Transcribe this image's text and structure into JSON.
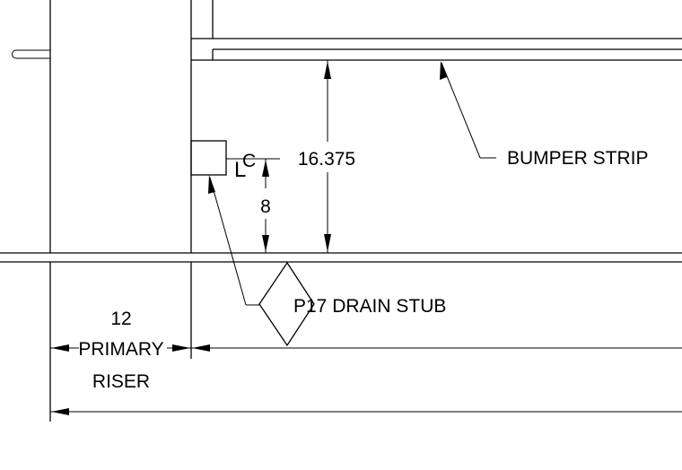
{
  "annotations": {
    "bumper_strip": "BUMPER STRIP",
    "drain_stub": "P17 DRAIN STUB",
    "centerline_l": "L",
    "centerline_c": "C"
  },
  "dimensions": {
    "height_to_bumper": "16.375",
    "height_to_centerline": "8",
    "primary_riser_width_value": "12",
    "primary_riser_width_line1": "PRIMARY",
    "primary_riser_width_line2": "RISER"
  }
}
